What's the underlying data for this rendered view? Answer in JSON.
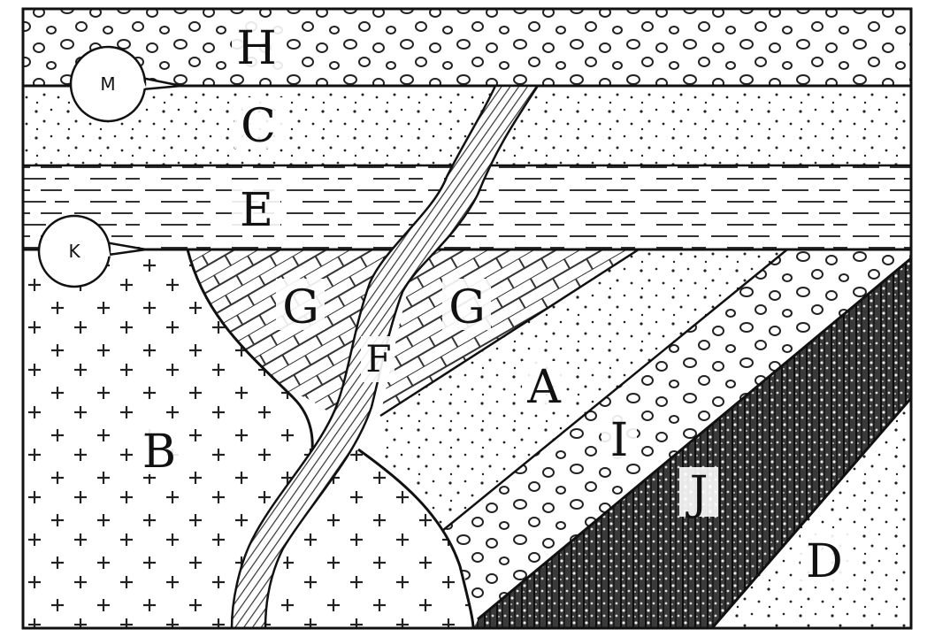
{
  "layers": {
    "H": "H",
    "C": "C",
    "E": "E",
    "G_left": "G",
    "G_right": "G",
    "F": "F",
    "A": "A",
    "I": "I",
    "J": "J",
    "B": "B",
    "D": "D"
  },
  "callouts": {
    "M": "M",
    "K": "K"
  }
}
